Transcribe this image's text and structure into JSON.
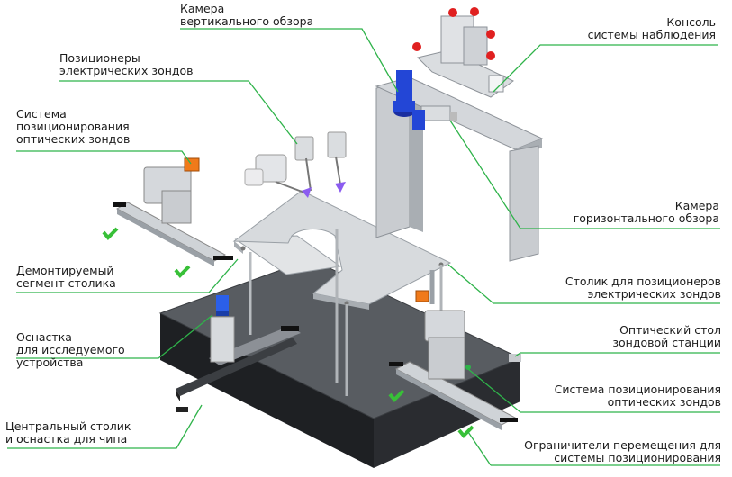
{
  "labels": {
    "vertical_camera": [
      "Камера",
      "вертикального обзора"
    ],
    "console": [
      "Консоль",
      "системы наблюдения"
    ],
    "electric_positioners": [
      "Позиционеры",
      "электрических зондов"
    ],
    "optical_positioning_left": [
      "Система",
      "позиционирования",
      "оптических зондов"
    ],
    "horizontal_camera": [
      "Камера",
      "горизонтального обзора"
    ],
    "removable_segment": [
      "Демонтируемый",
      "сегмент столика"
    ],
    "electric_table": [
      "Столик для позиционеров",
      "электрических зондов"
    ],
    "dut_fixture": [
      "Оснастка",
      "для исследуемого",
      "устройства"
    ],
    "optical_table": [
      "Оптический стол",
      "зондовой станции"
    ],
    "optical_positioning_right": [
      "Система позиционирования",
      "оптических зондов"
    ],
    "central_table": [
      "Центральный столик",
      "и оснастка для чипа"
    ],
    "travel_limiters": [
      "Ограничители перемещения для",
      "системы позиционирования"
    ]
  },
  "colors": {
    "leader_line": "#2fb34a",
    "table_top": "#585c61",
    "table_side": "#1e2023",
    "aluminium": "#cfd2d6",
    "probe_purple": "#8b5cf0",
    "camera_blue": "#2346d6",
    "accent_orange": "#f07a1a",
    "accent_red": "#e02020",
    "limiter_green": "#38c038"
  }
}
